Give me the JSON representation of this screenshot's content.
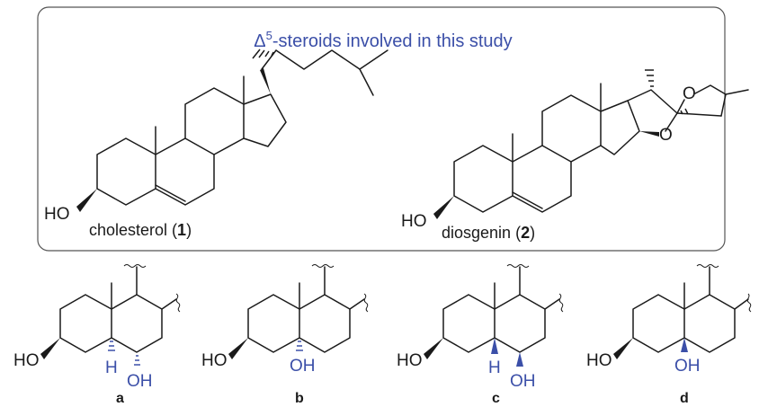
{
  "title": {
    "delta": "Δ",
    "superscript": "5",
    "rest": "-steroids involved in this study"
  },
  "compounds": [
    {
      "name": "cholesterol (",
      "number": "1",
      "close": ")"
    },
    {
      "name": "diosgenin (",
      "number": "2",
      "close": ")"
    }
  ],
  "atoms": {
    "ho": "HO",
    "oh": "OH",
    "h": "H",
    "o": "O"
  },
  "fragments": [
    "a",
    "b",
    "c",
    "d"
  ],
  "colors": {
    "ink": "#1a1a1a",
    "accent": "#3b4fa8",
    "frame": "#555555"
  }
}
